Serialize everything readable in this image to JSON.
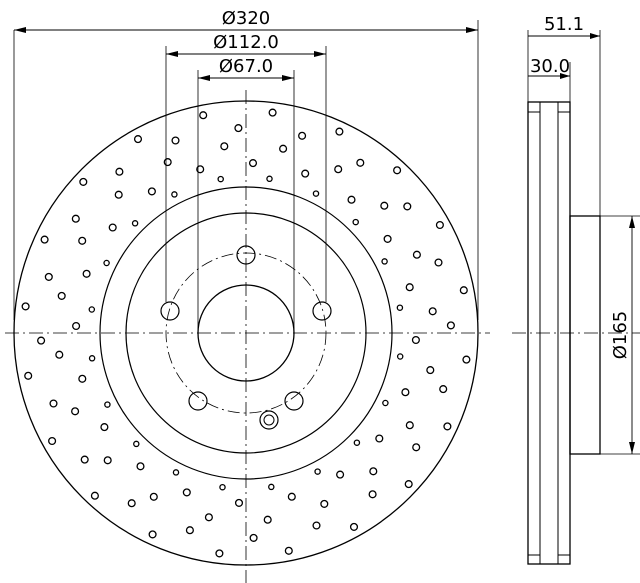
{
  "dimensions": {
    "outer_diameter": "Ø320",
    "hub_bolt_circle": "Ø112.0",
    "center_bore": "Ø67.0",
    "total_height": "51.1",
    "disc_thickness": "30.0",
    "hat_diameter": "Ø165"
  },
  "colors": {
    "line": "#000000",
    "background": "#ffffff"
  }
}
